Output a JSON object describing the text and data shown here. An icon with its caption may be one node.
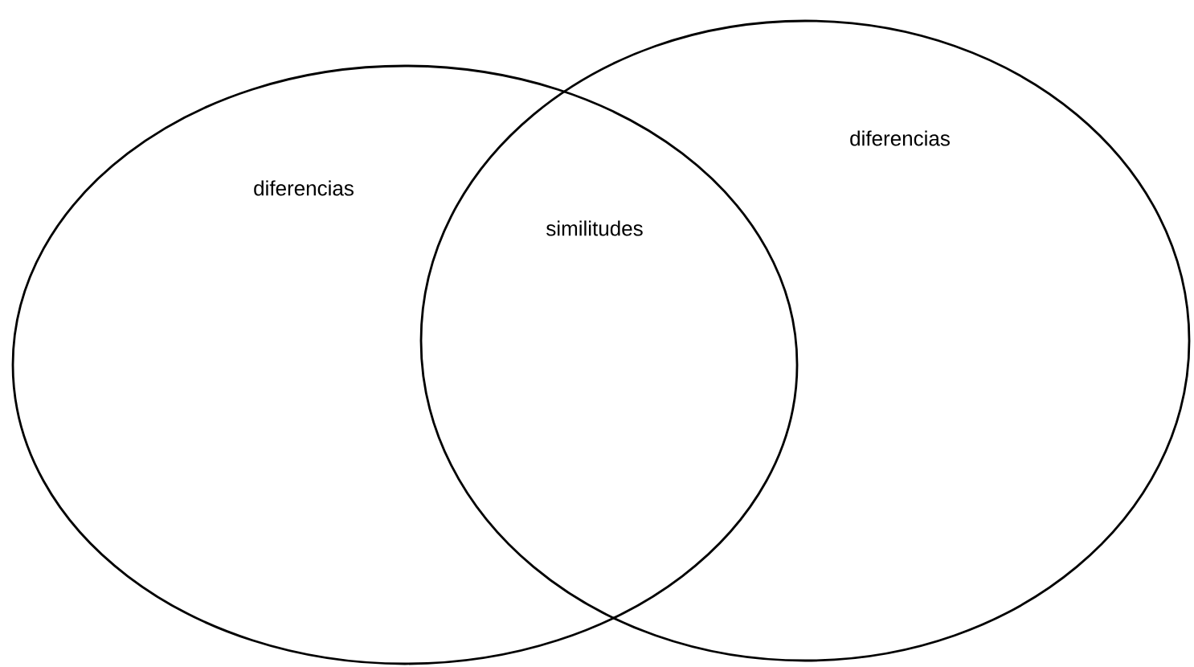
{
  "diagram": {
    "nodes": [
      {
        "text": [
          "diferencias"
        ]
      },
      {
        "text": [
          "diferencias"
        ]
      }
    ],
    "labels": [
      "similitudes"
    ]
  }
}
